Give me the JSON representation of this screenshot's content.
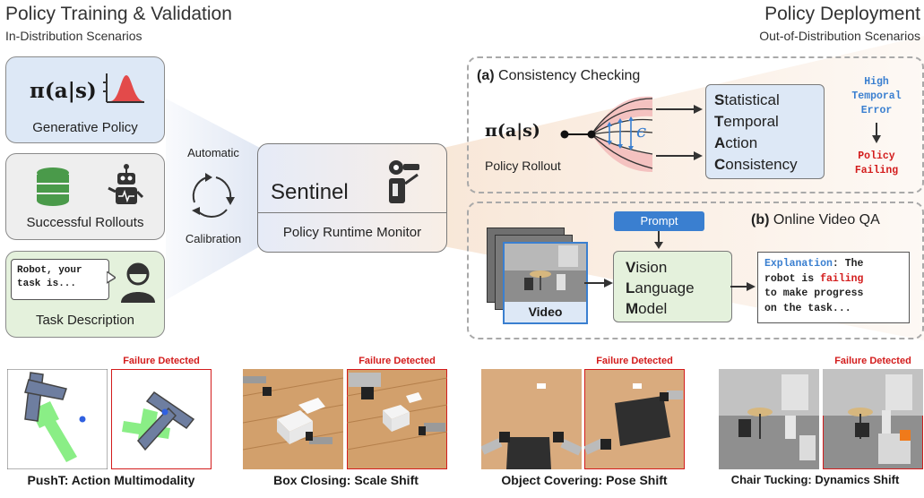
{
  "left_header": {
    "title": "Policy Training & Validation",
    "subtitle": "In-Distribution Scenarios"
  },
  "right_header": {
    "title": "Policy Deployment",
    "subtitle": "Out-of-Distribution Scenarios"
  },
  "cards": {
    "generative_policy": {
      "formula": "π(a|s)",
      "label": "Generative Policy"
    },
    "successful_rollouts": {
      "label": "Successful Rollouts"
    },
    "task_description": {
      "speech": "Robot, your task is...",
      "label": "Task Description"
    }
  },
  "calibration": {
    "top": "Automatic",
    "bottom": "Calibration"
  },
  "sentinel": {
    "title": "Sentinel",
    "subtitle": "Policy Runtime Monitor"
  },
  "consistency": {
    "tag": "(a)",
    "title": "Consistency Checking",
    "formula": "π(a|s)",
    "epsilon": "ϵ",
    "rollout_label": "Policy Rollout",
    "stac": [
      {
        "initial": "S",
        "rest": "tatistical"
      },
      {
        "initial": "T",
        "rest": "emporal"
      },
      {
        "initial": "A",
        "rest": "ction"
      },
      {
        "initial": "C",
        "rest": "onsistency"
      }
    ],
    "high_error": [
      "High",
      "Temporal",
      "Error"
    ],
    "failing": [
      "Policy",
      "Failing"
    ]
  },
  "video_qa": {
    "tag": "(b)",
    "title": "Online Video QA",
    "prompt": "Prompt",
    "video": "Video",
    "vlm": [
      {
        "initial": "V",
        "rest": "ision"
      },
      {
        "initial": "L",
        "rest": "anguage"
      },
      {
        "initial": "M",
        "rest": "odel"
      }
    ],
    "explanation": {
      "label": "Explanation",
      "l1": ": The",
      "l2a": "robot is ",
      "l2b": "failing",
      "l3": "to make progress",
      "l4": "on the task..."
    }
  },
  "failure_label": "Failure Detected",
  "tasks": [
    {
      "caption": "PushT: Action Multimodality"
    },
    {
      "caption": "Box Closing: Scale Shift"
    },
    {
      "caption": "Object Covering: Pose Shift"
    },
    {
      "caption": "Chair Tucking: Dynamics Shift"
    }
  ],
  "colors": {
    "accent_red": "#d31c1c",
    "accent_blue": "#3a7fd0",
    "policy_blue": "#dde8f6",
    "rollout_gray": "#eeeeee",
    "task_green": "#e4f1dc"
  }
}
